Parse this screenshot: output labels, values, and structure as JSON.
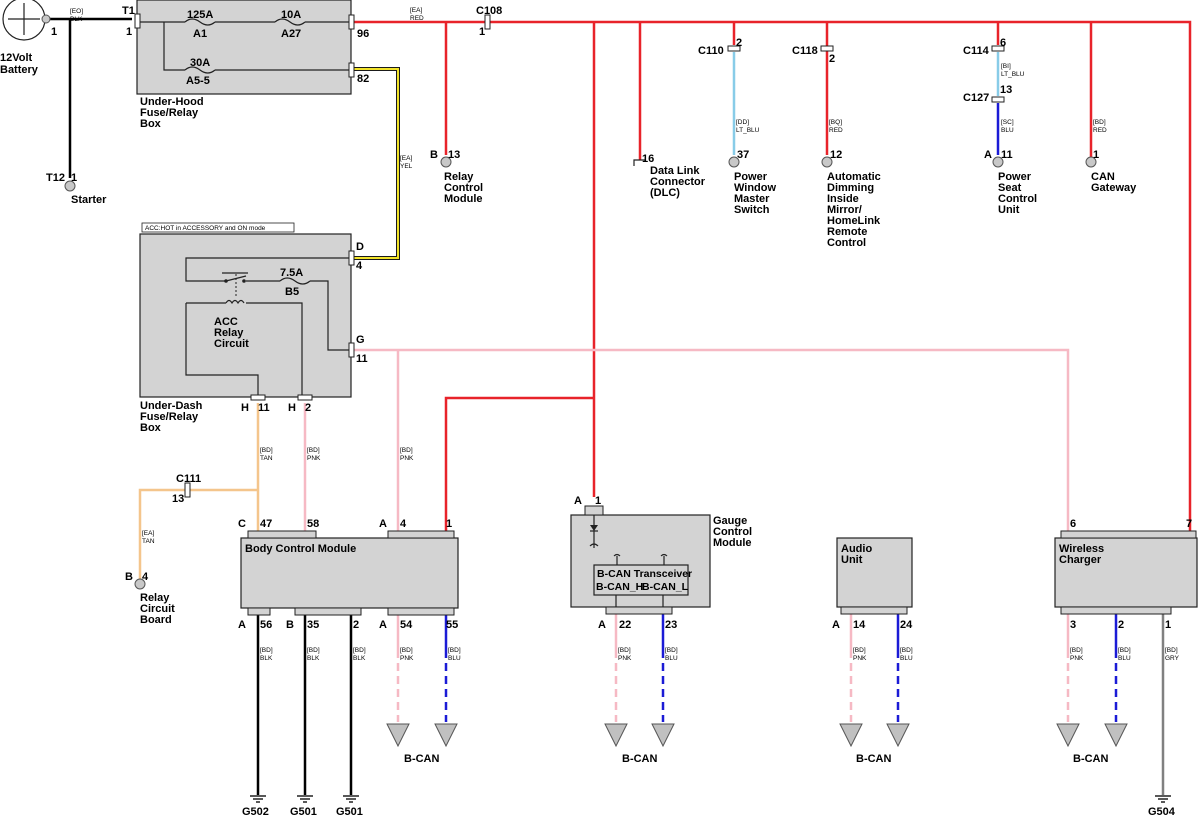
{
  "battery": {
    "l1": "12Volt",
    "l2": "Battery",
    "pin": "1"
  },
  "starter": {
    "connector": "T12",
    "pin": "1",
    "label": "Starter"
  },
  "wires": {
    "eo_blk": {
      "circuit": "[EO]",
      "color": "BLK"
    },
    "ea_red": {
      "circuit": "[EA]",
      "color": "RED"
    },
    "ea_yel": {
      "circuit": "[EA]",
      "color": "YEL"
    },
    "dd_ltblu": {
      "circuit": "[DD]",
      "color": "LT_BLU"
    },
    "bq_red": {
      "circuit": "[BQ]",
      "color": "RED"
    },
    "bi_ltblu": {
      "circuit": "[BI]",
      "color": "LT_BLU"
    },
    "sc_blu": {
      "circuit": "[SC]",
      "color": "BLU"
    },
    "bd_red": {
      "circuit": "[BD]",
      "color": "RED"
    },
    "bd_tan": {
      "circuit": "[BD]",
      "color": "TAN"
    },
    "bd_pnk": {
      "circuit": "[BD]",
      "color": "PNK"
    },
    "ea_tan": {
      "circuit": "[EA]",
      "color": "TAN"
    },
    "bd_blk": {
      "circuit": "[BD]",
      "color": "BLK"
    },
    "bd_blu": {
      "circuit": "[BD]",
      "color": "BLU"
    },
    "bd_gry": {
      "circuit": "[BD]",
      "color": "GRY"
    }
  },
  "underhood": {
    "l1": "Under-Hood",
    "l2": "Fuse/Relay",
    "l3": "Box",
    "connector": "T1",
    "pin_in": "1",
    "fuses": [
      {
        "rating": "125A",
        "name": "A1"
      },
      {
        "rating": "10A",
        "name": "A27"
      },
      {
        "rating": "30A",
        "name": "A5-5"
      }
    ],
    "pin_96": "96",
    "pin_82": "82"
  },
  "c108": {
    "name": "C108",
    "pin": "1"
  },
  "relay_control": {
    "pin_letter": "B",
    "pin": "13",
    "l1": "Relay",
    "l2": "Control",
    "l3": "Module"
  },
  "dlc": {
    "pin": "16",
    "l1": "Data Link",
    "l2": "Connector",
    "l3": "(DLC)"
  },
  "power_window": {
    "connector": "C110",
    "c_pin": "2",
    "pin": "37",
    "l1": "Power",
    "l2": "Window",
    "l3": "Master",
    "l4": "Switch"
  },
  "auto_dimming": {
    "connector": "C118",
    "c_pin": "2",
    "pin": "12",
    "l1": "Automatic",
    "l2": "Dimming",
    "l3": "Inside",
    "l4": "Mirror/",
    "l5": "HomeLink",
    "l6": "Remote",
    "l7": "Control"
  },
  "power_seat": {
    "connector1": "C114",
    "c1_pin": "6",
    "connector2": "C127",
    "c2_pin": "13",
    "pin_letter": "A",
    "pin": "11",
    "l1": "Power",
    "l2": "Seat",
    "l3": "Control",
    "l4": "Unit"
  },
  "can_gateway": {
    "pin": "1",
    "l1": "CAN",
    "l2": "Gateway"
  },
  "underdash": {
    "note": "ACC:HOT in ACCESSORY and ON mode",
    "l1": "Under-Dash",
    "l2": "Fuse/Relay",
    "l3": "Box",
    "pin_d_letter": "D",
    "pin_d": "4",
    "pin_g_letter": "G",
    "pin_g": "11",
    "fuse": {
      "rating": "7.5A",
      "name": "B5"
    },
    "relay": {
      "l1": "ACC",
      "l2": "Relay",
      "l3": "Circuit"
    },
    "bottom_pins": [
      {
        "letter": "H",
        "pin": "11"
      },
      {
        "letter": "H",
        "pin": "2"
      }
    ]
  },
  "c111": {
    "name": "C111",
    "pin": "13"
  },
  "relay_circuit_board": {
    "pin_letter": "B",
    "pin": "4",
    "l1": "Relay",
    "l2": "Circuit",
    "l3": "Board"
  },
  "bcm": {
    "name": "Body Control Module",
    "top_pins": [
      {
        "letter": "C",
        "pin": "47"
      },
      {
        "letter": "",
        "pin": "58"
      },
      {
        "letter": "A",
        "pin": "4"
      },
      {
        "letter": "",
        "pin": "1"
      }
    ],
    "bottom_pins": [
      {
        "letter": "A",
        "pin": "56"
      },
      {
        "letter": "B",
        "pin": "35"
      },
      {
        "letter": "",
        "pin": "2"
      },
      {
        "letter": "A",
        "pin": "54"
      },
      {
        "letter": "",
        "pin": "55"
      }
    ]
  },
  "gauge": {
    "l1": "Gauge",
    "l2": "Control",
    "l3": "Module",
    "top_pin_letter": "A",
    "top_pin": "1",
    "transceiver": "B-CAN Transceiver",
    "can_h": "B-CAN_H",
    "can_l": "B-CAN_L",
    "bottom_pins": [
      {
        "letter": "A",
        "pin": "22"
      },
      {
        "letter": "",
        "pin": "23"
      }
    ]
  },
  "audio": {
    "l1": "Audio",
    "l2": "Unit",
    "bottom_pins": [
      {
        "letter": "A",
        "pin": "14"
      },
      {
        "letter": "",
        "pin": "24"
      }
    ]
  },
  "wireless": {
    "l1": "Wireless",
    "l2": "Charger",
    "top_pins": [
      "6",
      "7"
    ],
    "bottom_pins": [
      "3",
      "2",
      "1"
    ]
  },
  "bcan_label": "B-CAN",
  "grounds": [
    "G502",
    "G501",
    "G501",
    "G504"
  ]
}
